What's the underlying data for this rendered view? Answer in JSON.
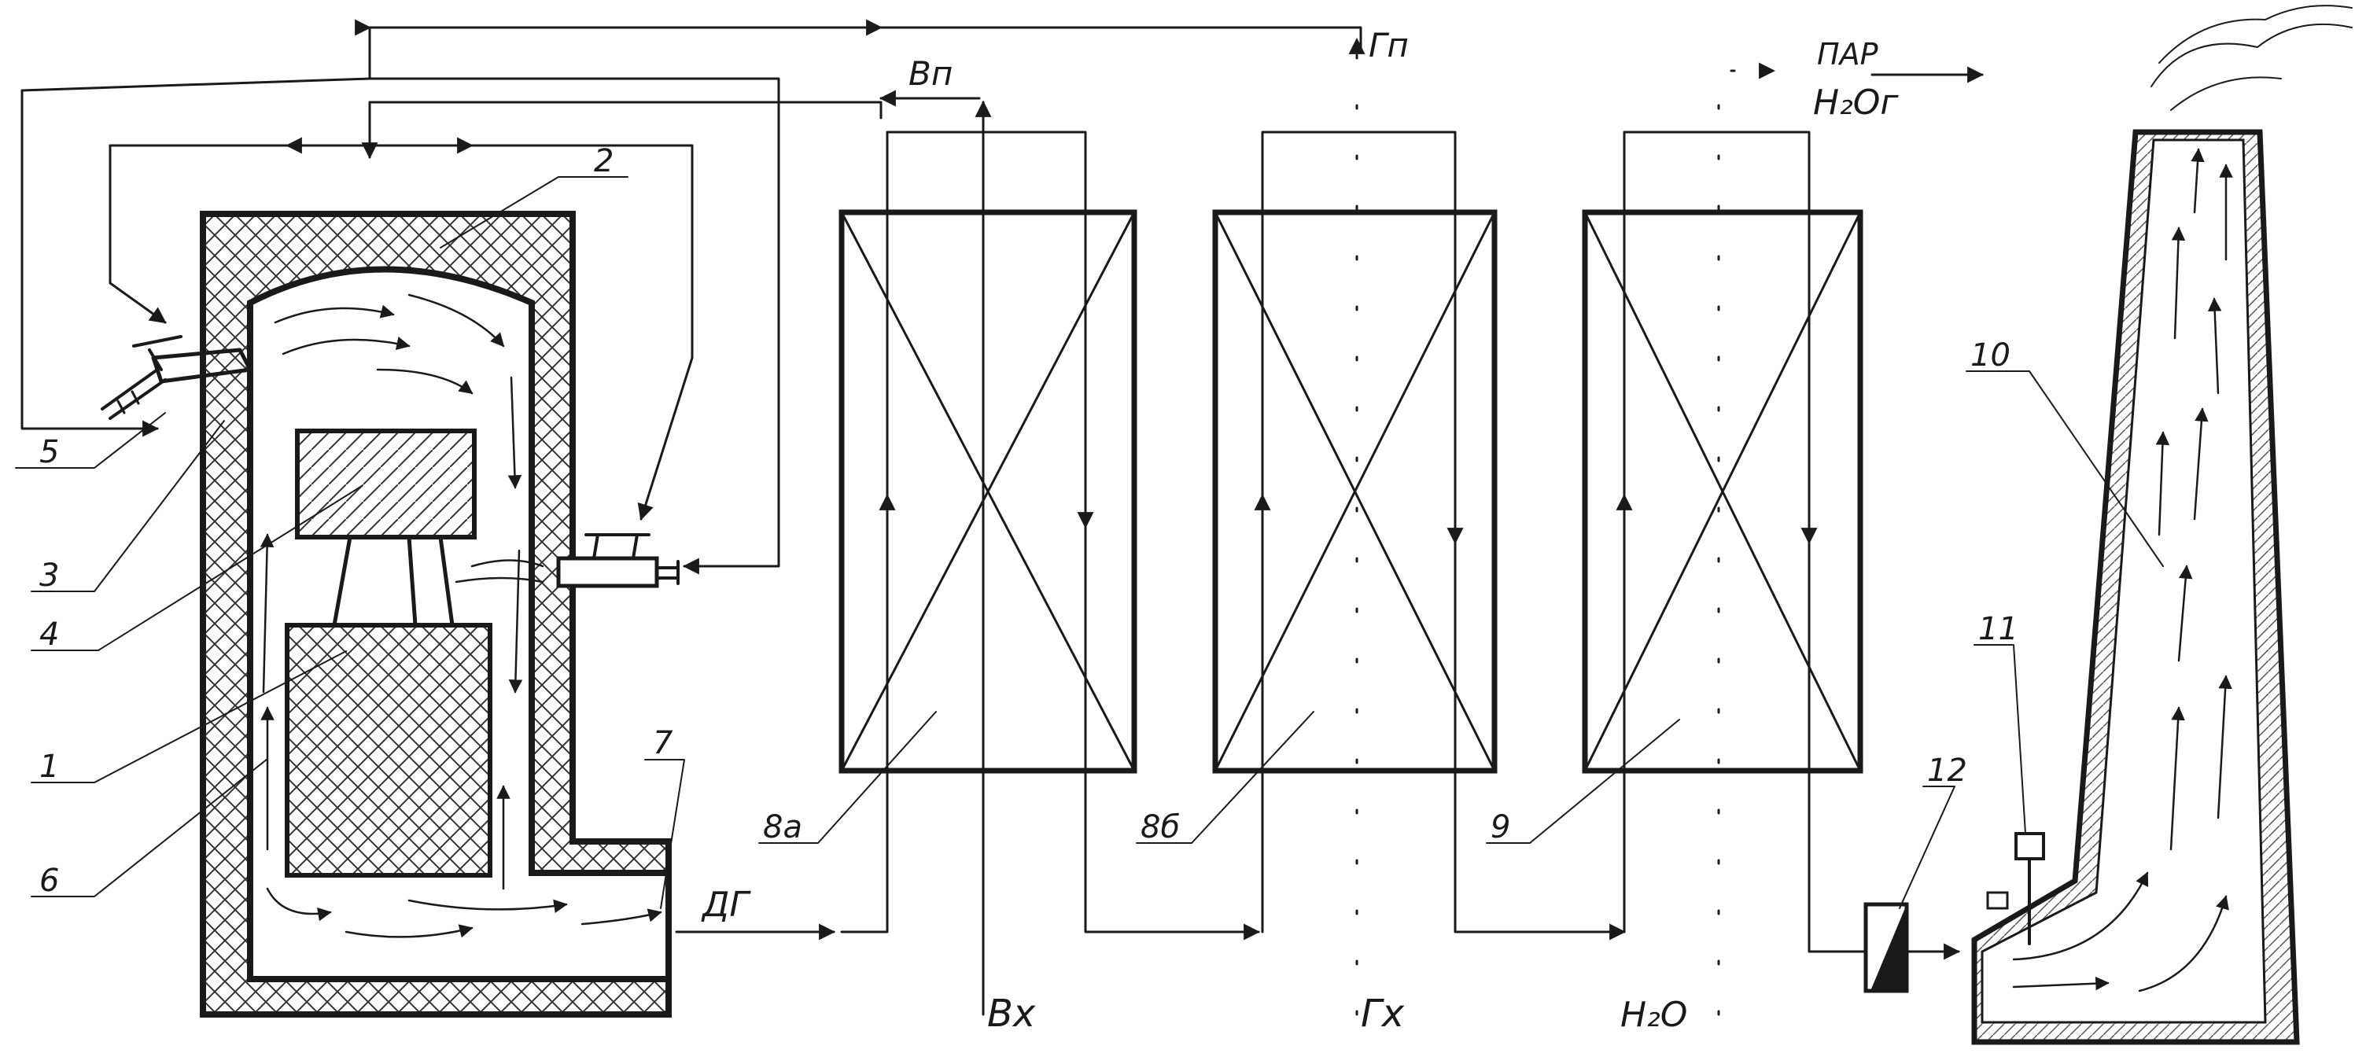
{
  "colors": {
    "ink": "#1a1a1a",
    "paper": "#ffffff",
    "hatch": "#333333"
  },
  "labels": {
    "furnace_lining": "2",
    "burner_left": "5",
    "workpiece_upper": "4",
    "workpiece_lower": "1",
    "furnace_wall": "3",
    "furnace_gas_space": "6",
    "flue_gas_outlet": "7",
    "air_recuperator": "8а",
    "gas_recuperator": "8б",
    "waste_heat_boiler": "9",
    "chimney": "10",
    "damper_drive": "11",
    "damper": "12"
  },
  "flows": {
    "hot_air": "Вп",
    "hot_gas": "Гп",
    "steam_word": "ПАР",
    "steam_formula": "H₂Oг",
    "flue_gas": "ДГ",
    "cold_air": "Вх",
    "cold_gas": "Гх",
    "water": "H₂O"
  }
}
